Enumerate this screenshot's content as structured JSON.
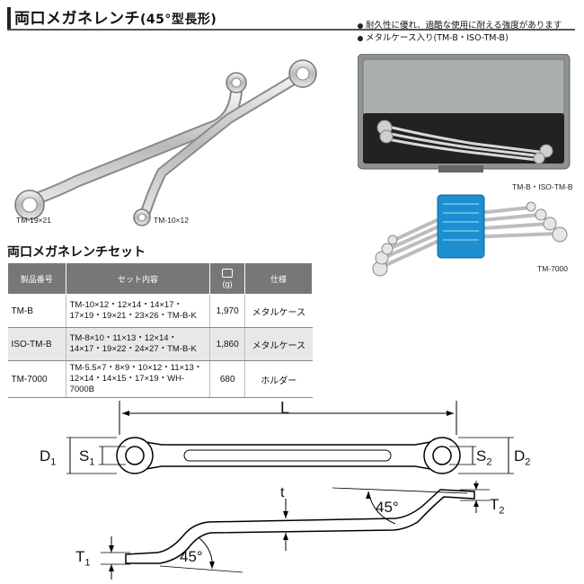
{
  "header": {
    "title": "両口メガネレンチ",
    "subtitle": "(45°型長形)"
  },
  "features": [
    "耐久性に優れ、過酷な使用に耐える強度があります",
    "メタルケース入り(TM-B・ISO-TM-B)"
  ],
  "photo_captions": {
    "wrench_large": "TM-19×21",
    "wrench_small": "TM-10×12",
    "metal_case": "TM-B・ISO-TM-B",
    "holder": "TM-7000"
  },
  "set_section": {
    "title": "両口メガネレンチセット",
    "columns": {
      "product_no": "製品番号",
      "contents": "セット内容",
      "weight_unit": "(g)",
      "spec": "仕様"
    },
    "rows": [
      {
        "product_no": "TM-B",
        "contents_1": "TM-10×12・12×14・14×17・",
        "contents_2": "17×19・19×21・23×26・TM-B-K",
        "weight": "1,970",
        "spec": "メタルケース"
      },
      {
        "product_no": "ISO-TM-B",
        "contents_1": "TM-8×10・11×13・12×14・",
        "contents_2": "14×17・19×22・24×27・TM-B-K",
        "weight": "1,860",
        "spec": "メタルケース"
      },
      {
        "product_no": "TM-7000",
        "contents_1": "TM-5.5×7・8×9・10×12・11×13・",
        "contents_2": "12×14・14×15・17×19・WH-7000B",
        "weight": "680",
        "spec": "ホルダー"
      }
    ]
  },
  "diagram": {
    "L": "L",
    "D": "D",
    "S": "S",
    "T": "T",
    "t": "t",
    "sub1": "1",
    "sub2": "2",
    "angle": "45°"
  }
}
